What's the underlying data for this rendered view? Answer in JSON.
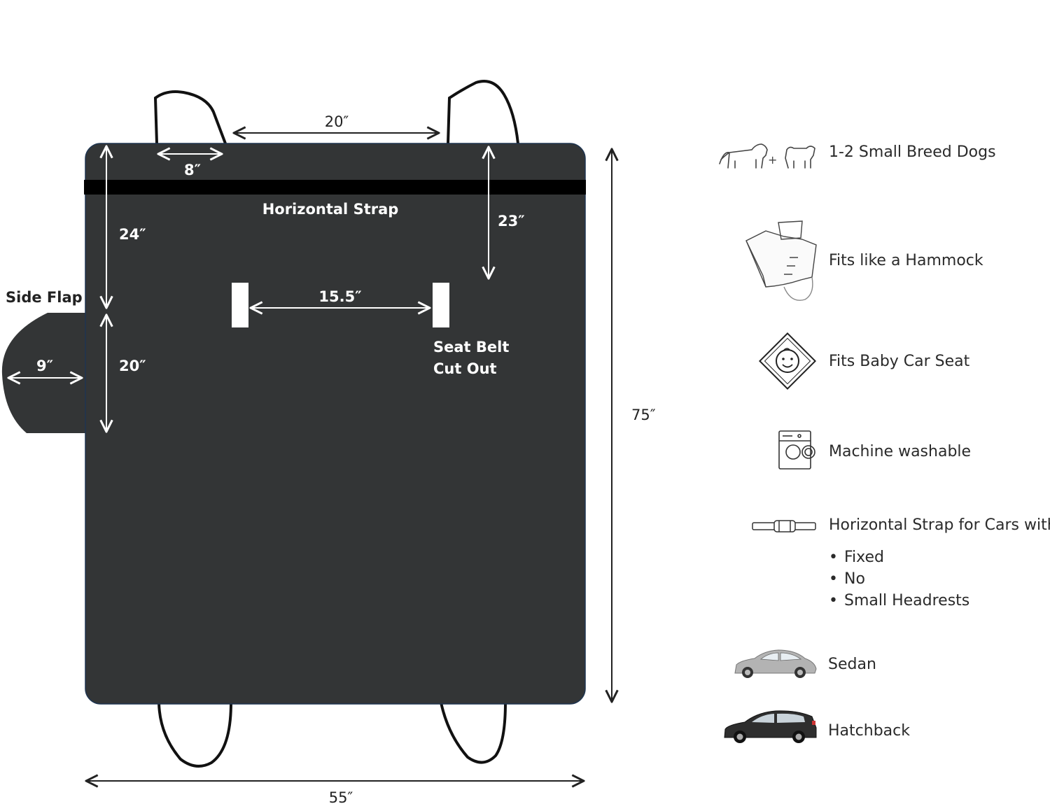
{
  "diagram": {
    "labels": {
      "strap_top_gap": "20″",
      "strap_width": "8″",
      "horizontal_strap": "Horizontal Strap",
      "top_to_strap_left": "24″",
      "top_to_strap_right": "23″",
      "side_flap": "Side Flap",
      "side_flap_width": "9″",
      "side_flap_height": "20″",
      "cutout_gap": "15.5″",
      "seat_belt_line1": "Seat Belt",
      "seat_belt_line2": "Cut Out",
      "total_length": "75″",
      "total_width": "55″"
    },
    "colors": {
      "cover": "#333536",
      "strap": "#000000",
      "cutout": "#ffffff",
      "edge": "#1f3550"
    }
  },
  "features": [
    {
      "icon": "dogs-icon",
      "text": "1-2 Small Breed Dogs"
    },
    {
      "icon": "hammock-icon",
      "text": "Fits like a Hammock"
    },
    {
      "icon": "baby-seat-icon",
      "text": "Fits Baby Car Seat"
    },
    {
      "icon": "washing-machine-icon",
      "text": "Machine washable"
    },
    {
      "icon": "strap-icon",
      "text": "Horizontal Strap for Cars with"
    },
    {
      "icon": "sedan-icon",
      "text": "Sedan"
    },
    {
      "icon": "hatchback-icon",
      "text": "Hatchback"
    }
  ],
  "strap_bullets": [
    "Fixed",
    "No",
    "Small Headrests"
  ]
}
